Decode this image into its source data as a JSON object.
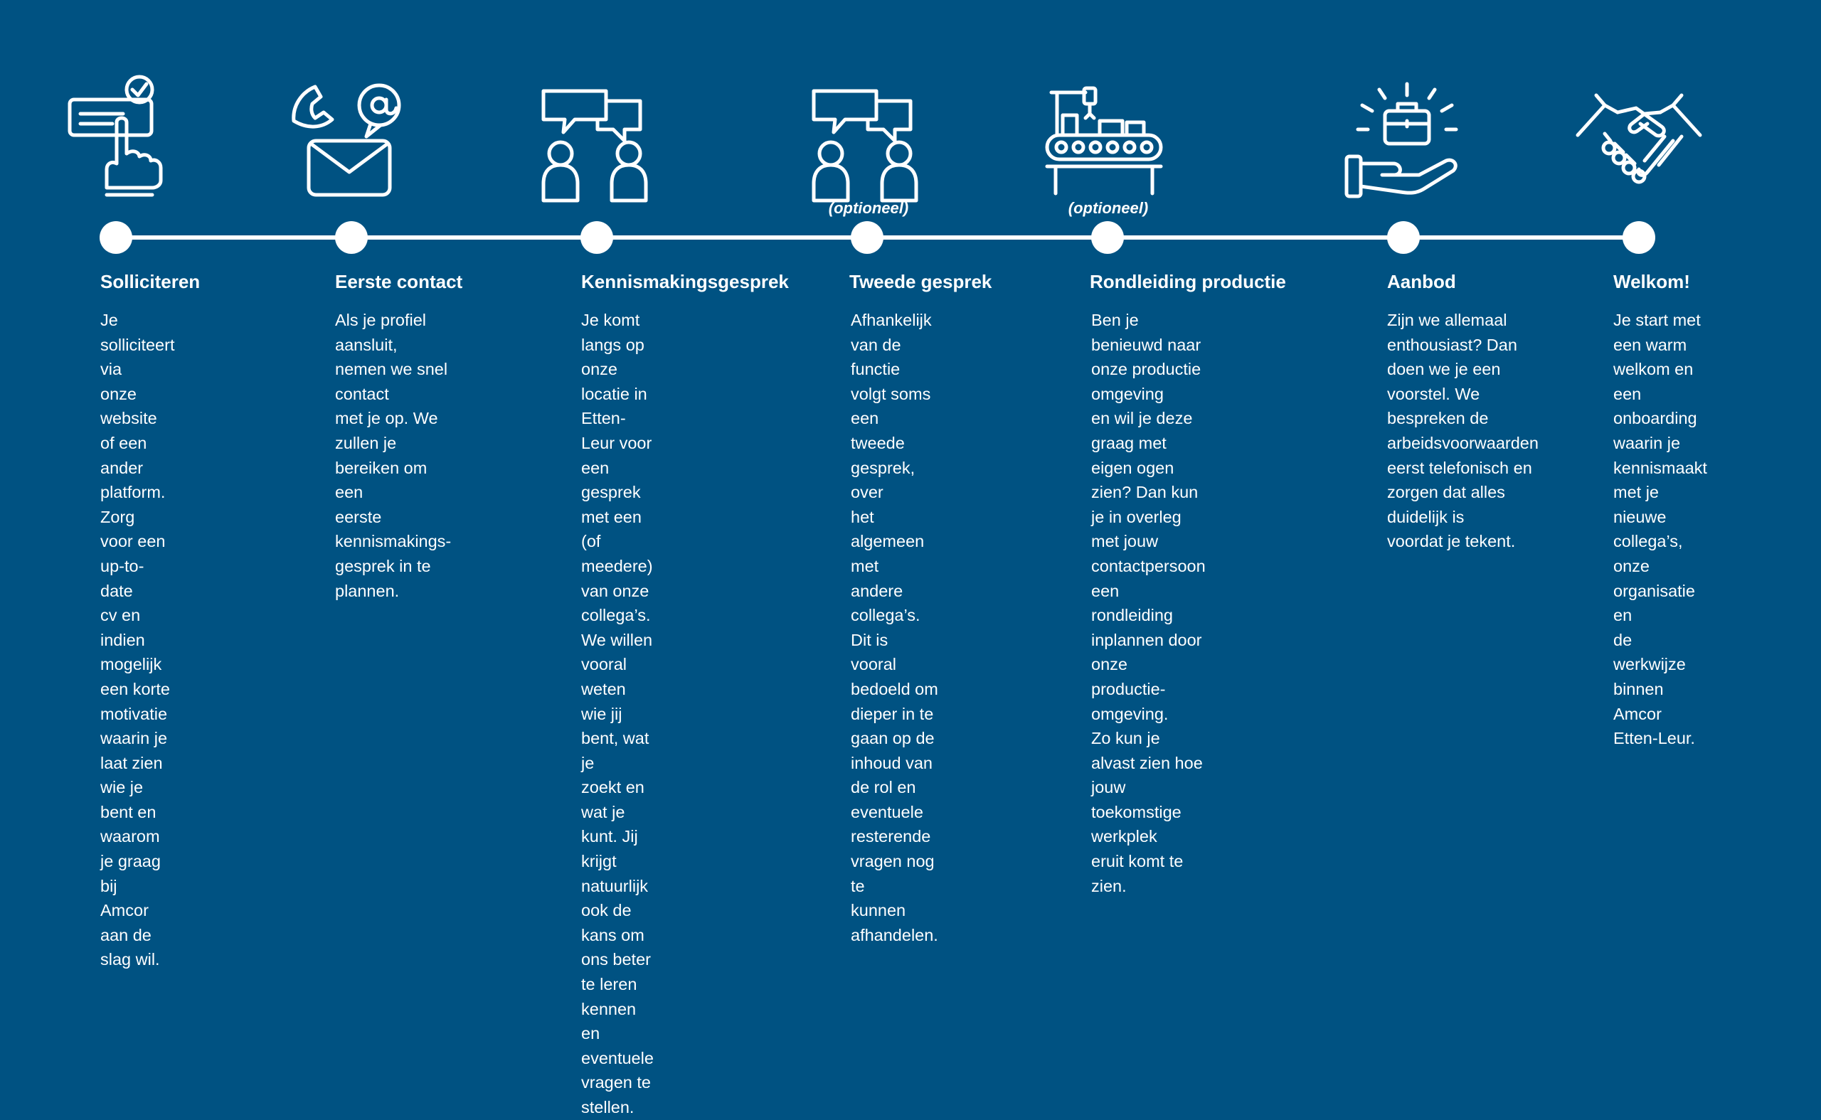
{
  "colors": {
    "background": "#005282",
    "foreground": "#ffffff"
  },
  "steps": [
    {
      "icon": "application-form-hand-icon",
      "optional_label": "",
      "title": "Solliciteren",
      "description": "Je solliciteert via\nonze website of een\nander platform. Zorg\nvoor een up-to-date\ncv en indien mogelijk\neen korte motivatie\nwaarin je laat zien\nwie je bent en\nwaarom je graag bij\nAmcor aan de\nslag wil."
    },
    {
      "icon": "phone-mail-icon",
      "optional_label": "",
      "title": "Eerste contact",
      "description": "Als je profiel aansluit,\nnemen we snel contact\nmet je op. We zullen je\nbereiken om een\neerste kennismakings-\ngesprek in te plannen."
    },
    {
      "icon": "conversation-icon",
      "optional_label": "",
      "title": "Kennismakingsgesprek",
      "description": "Je komt langs op onze\nlocatie in Etten-Leur voor\neen gesprek met een (of\nmeedere) van onze\ncollega’s. We willen vooral\nweten wie jij bent, wat je\nzoekt en wat je kunt. Jij\nkrijgt natuurlijk ook de\nkans om ons beter te leren\nkennen en eventuele\nvragen te stellen."
    },
    {
      "icon": "conversation-icon",
      "optional_label": "(optioneel)",
      "title": "Tweede gesprek",
      "description": "Afhankelijk van de\nfunctie volgt soms een\ntweede gesprek, over\nhet algemeen met\nandere collega’s. Dit is\nvooral bedoeld om\ndieper in te gaan op de\ninhoud van de rol en\neventuele resterende\nvragen nog te\nkunnen afhandelen."
    },
    {
      "icon": "production-line-icon",
      "optional_label": "(optioneel)",
      "title": "Rondleiding productie",
      "description": "Ben je benieuwd naar\nonze productie omgeving\nen wil je deze graag met\neigen ogen zien? Dan kun\nje in overleg met jouw\ncontactpersoon een\nrondleiding inplannen door\nonze productie-omgeving.\nZo kun je alvast zien hoe\njouw toekomstige werkplek\neruit komt te zien."
    },
    {
      "icon": "offer-hand-briefcase-icon",
      "optional_label": "",
      "title": "Aanbod",
      "description": "Zijn we allemaal\nenthousiast? Dan\ndoen we je een\nvoorstel. We\nbespreken de\narbeidsvoorwaarden\neerst telefonisch en\nzorgen dat alles\nduidelijk is\nvoordat je tekent."
    },
    {
      "icon": "handshake-icon",
      "optional_label": "",
      "title": "Welkom!",
      "description": "Je start met\neen warm\nwelkom en een\nonboarding\nwaarin je\nkennismaakt\nmet je nieuwe\ncollega’s, onze\norganisatie en\nde werkwijze\nbinnen Amcor\nEtten-Leur."
    }
  ]
}
